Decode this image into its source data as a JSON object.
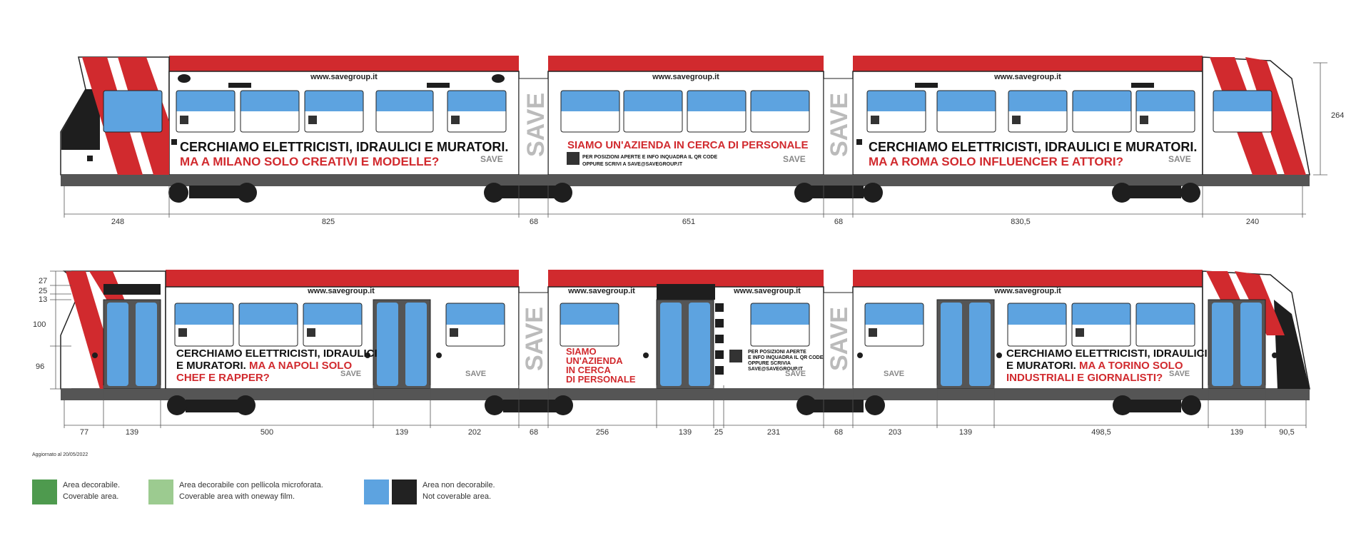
{
  "train_top": {
    "url_labels": [
      "www.savegroup.it",
      "www.savegroup.it",
      "www.savegroup.it"
    ],
    "panel1": {
      "line1": "CERCHIAMO ELETTRICISTI, IDRAULICI E MURATORI.",
      "line2": "MA A MILANO SOLO CREATIVI E MODELLE?"
    },
    "panel2": {
      "line1": "SIAMO UN'AZIENDA IN  CERCA DI PERSONALE",
      "line2": "PER POSIZIONI APERTE E INFO INQUADRA IL QR CODE",
      "line3": "OPPURE SCRIVI A SAVE@SAVEGROUP.IT"
    },
    "panel3": {
      "line1": "CERCHIAMO ELETTRICISTI, IDRAULICI E MURATORI.",
      "line2": "MA A ROMA SOLO INFLUENCER E ATTORI?"
    },
    "height_label": "264",
    "dimensions": [
      "248",
      "825",
      "68",
      "651",
      "68",
      "830,5",
      "240"
    ]
  },
  "train_bottom": {
    "url_labels": [
      "www.savegroup.it",
      "www.savegroup.it",
      "www.savegroup.it",
      "www.savegroup.it"
    ],
    "panel1": {
      "line1": "CERCHIAMO ELETTRICISTI, IDRAULICI",
      "line2a": "E MURATORI.",
      "line2b": " MA A NAPOLI SOLO",
      "line3": "CHEF E RAPPER?"
    },
    "panel2": {
      "line1": "SIAMO",
      "line2": "UN'AZIENDA",
      "line3": "IN  CERCA",
      "line4": "DI PERSONALE"
    },
    "panel2b": {
      "line1": "PER POSIZIONI APERTE",
      "line2": "E INFO INQUADRA IL QR CODE",
      "line3": "OPPURE SCRIVIA",
      "line4": "SAVE@SAVEGROUP.IT"
    },
    "panel3": {
      "line1": "CERCHIAMO ELETTRICISTI, IDRAULICI",
      "line2a": "E MURATORI.",
      "line2b": " MA A TORINO SOLO",
      "line3": "INDUSTRIALI E GIORNALISTI?"
    },
    "height_labels": [
      "27",
      "25",
      "13",
      "100",
      "96"
    ],
    "dimensions": [
      "77",
      "139",
      "500",
      "139",
      "202",
      "68",
      "256",
      "139",
      "25",
      "231",
      "68",
      "203",
      "139",
      "498,5",
      "139",
      "90,5"
    ]
  },
  "logo": "SAVE",
  "updated": "Aggiornato al 20/05/2022",
  "legend": [
    {
      "label1": "Area decorabile.",
      "label2": "Coverable area.",
      "color": "#4e9a4e"
    },
    {
      "label1": "Area decorabile con pellicola microforata.",
      "label2": "Coverable area with oneway film.",
      "color": "#9ccb90"
    },
    {
      "label1": "Area non decorabile.",
      "label2": "Not coverable area.",
      "colors": [
        "#5da3e0",
        "#222222"
      ]
    }
  ],
  "colors": {
    "red": "#d12a2e",
    "window": "#5da3e0",
    "black": "#1e1e1e",
    "grey": "#555555"
  }
}
